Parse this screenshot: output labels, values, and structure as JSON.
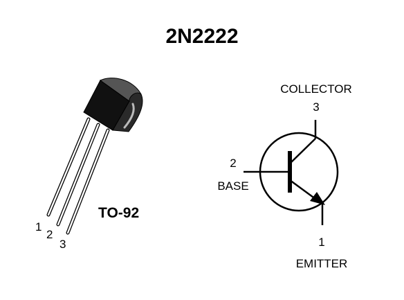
{
  "title": "2N2222",
  "package": {
    "name": "TO-92",
    "pins": [
      "1",
      "2",
      "3"
    ]
  },
  "symbol": {
    "collector": {
      "label": "COLLECTOR",
      "pin": "3"
    },
    "base": {
      "label": "BASE",
      "pin": "2"
    },
    "emitter": {
      "label": "EMITTER",
      "pin": "1"
    }
  }
}
